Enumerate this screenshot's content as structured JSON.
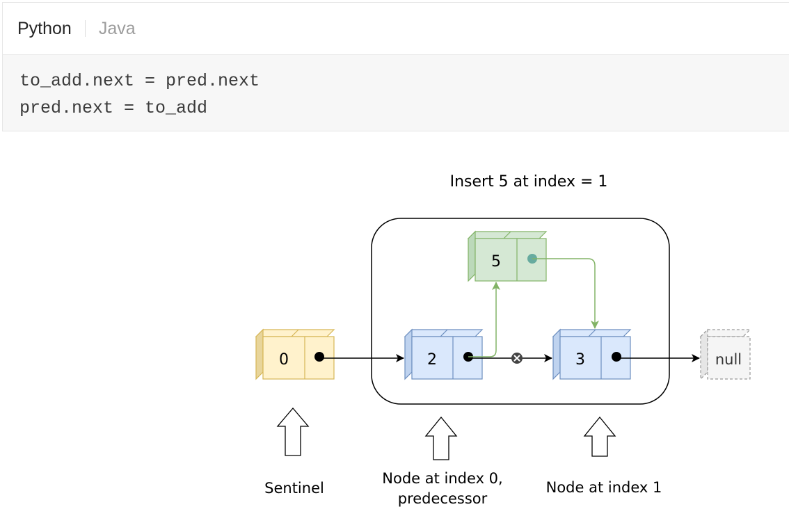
{
  "code_panel": {
    "tabs": [
      {
        "label": "Python",
        "active": true
      },
      {
        "label": "Java",
        "active": false
      }
    ],
    "code_lines": [
      "to_add.next = pred.next",
      "pred.next = to_add"
    ]
  },
  "diagram": {
    "title": "Insert 5 at index = 1",
    "nodes": {
      "sentinel": {
        "value": "0",
        "color": "#fff2cc",
        "border": "#d6b656"
      },
      "pred": {
        "value": "2",
        "color": "#dae8fc",
        "border": "#6c8ebf"
      },
      "next": {
        "value": "3",
        "color": "#dae8fc",
        "border": "#6c8ebf"
      },
      "new": {
        "value": "5",
        "color": "#d5e8d4",
        "border": "#82b366"
      },
      "null": {
        "value": "null",
        "color": "#f5f5f5",
        "border": "#999999"
      }
    },
    "captions": {
      "sentinel": "Sentinel",
      "pred_line1": "Node at index 0,",
      "pred_line2": "predecessor",
      "next": "Node at index 1"
    }
  }
}
